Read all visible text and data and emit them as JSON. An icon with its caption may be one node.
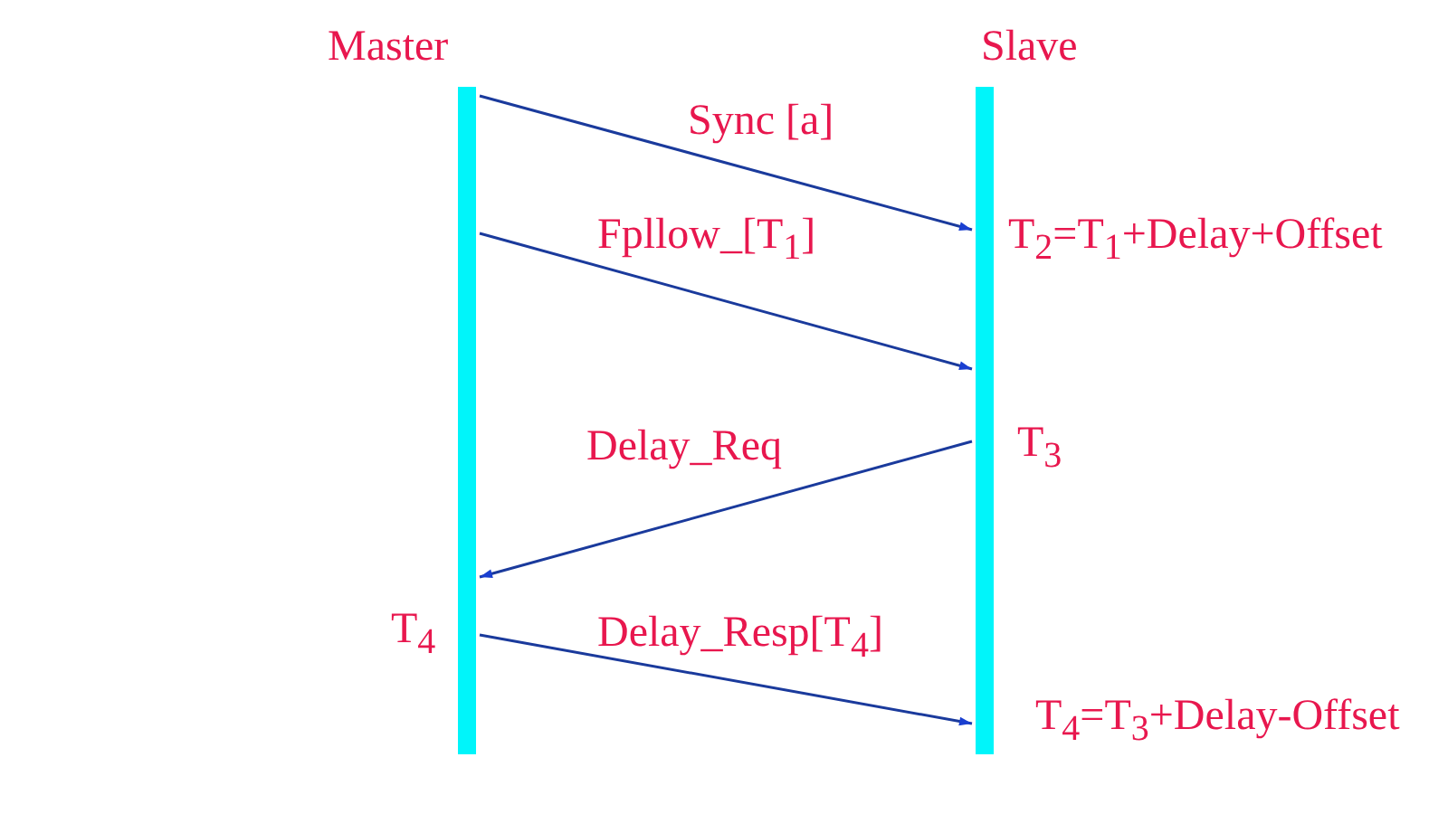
{
  "diagram": {
    "nodes": [
      {
        "text": [
          "Master"
        ]
      },
      {
        "text": [
          "Slave"
        ]
      }
    ],
    "edges": [
      {
        "from": 0,
        "to": 1,
        "arrow": "to",
        "label": "Sync [a]"
      },
      {
        "from": 0,
        "to": 1,
        "arrow": "to",
        "label": "Fpllow_[T$_{1}$]"
      },
      {
        "from": 1,
        "to": 0,
        "arrow": "to",
        "label": "Delay_Req"
      },
      {
        "from": 0,
        "to": 1,
        "arrow": "to",
        "label": "Delay_Resp[T$_{4}$]"
      }
    ],
    "labels": [
      "T$_{2}$=T$_{1}$+Delay+Offset",
      "T$_{3}$",
      "T$_{4}$",
      "T$_{4}$=T$_{3}$+Delay-Offset"
    ]
  }
}
